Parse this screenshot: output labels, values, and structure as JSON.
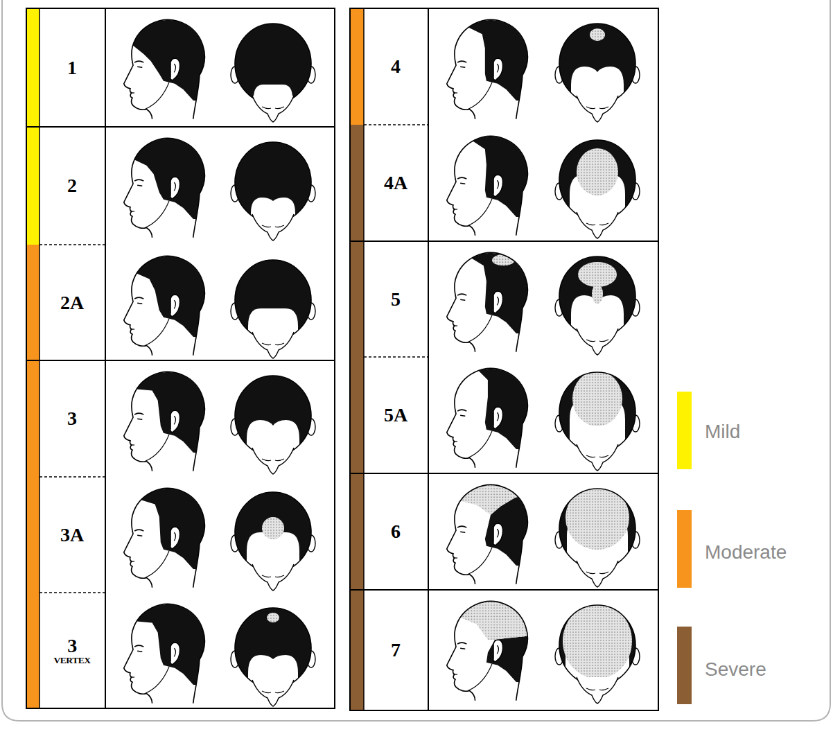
{
  "diagram": {
    "labels": [
      "1",
      "2",
      "2A",
      "3",
      "3A",
      "3 VERTEX",
      "4",
      "4A",
      "5",
      "5A",
      "6",
      "7"
    ],
    "legend": [
      {
        "text": "Mild",
        "color": "#fff200"
      },
      {
        "text": "Moderate",
        "color": "#f7941d"
      },
      {
        "text": "Severe",
        "color": "#8b5e34"
      }
    ]
  }
}
